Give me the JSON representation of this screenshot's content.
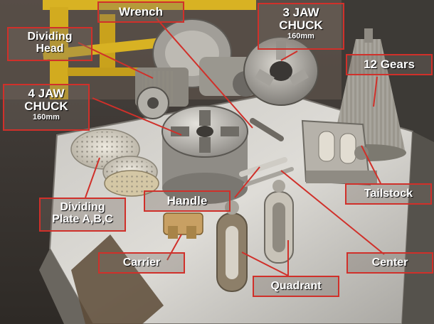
{
  "labels": {
    "wrench": "Wrench",
    "dividing_head": [
      "Dividing",
      "Head"
    ],
    "three_jaw": {
      "title": [
        "3 JAW",
        "CHUCK"
      ],
      "size": "160mm"
    },
    "twelve_gears": "12 Gears",
    "four_jaw": {
      "title": [
        "4 JAW",
        "CHUCK"
      ],
      "size": "160mm"
    },
    "dividing_plate": [
      "Dividing",
      "Plate A,B,C"
    ],
    "handle": "Handle",
    "tailstock": "Tailstock",
    "carrier": "Carrier",
    "center": "Center",
    "quadrant": "Quadrant"
  },
  "colors": {
    "label_border": "#d0302a",
    "pointer": "#d0302a",
    "label_text": "#ffffff"
  }
}
